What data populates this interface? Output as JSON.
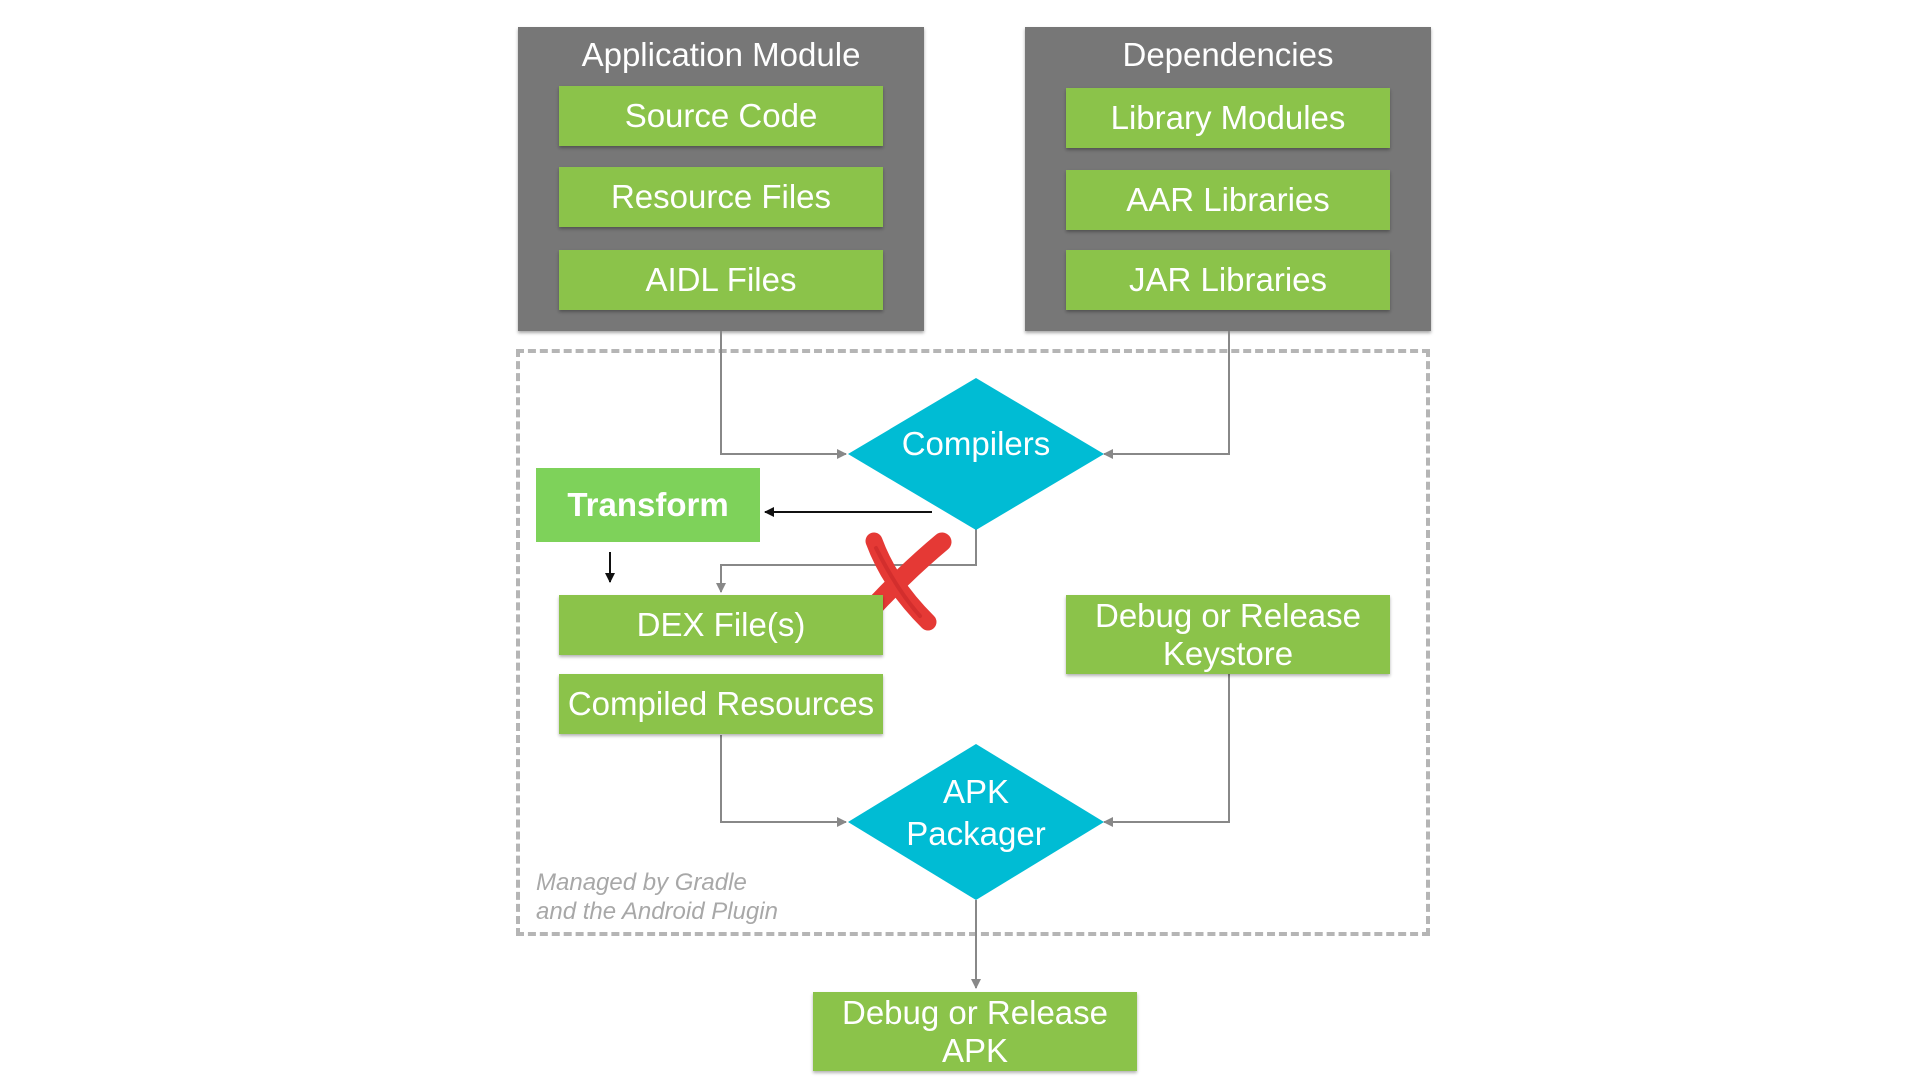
{
  "app_module": {
    "title": "Application Module",
    "items": [
      "Source Code",
      "Resource Files",
      "AIDL Files"
    ]
  },
  "dependencies": {
    "title": "Dependencies",
    "items": [
      "Library Modules",
      "AAR Libraries",
      "JAR Libraries"
    ]
  },
  "compilers": {
    "label": "Compilers"
  },
  "transform": {
    "label": "Transform"
  },
  "dex": {
    "label": "DEX File(s)"
  },
  "compiled_resources": {
    "label": "Compiled Resources"
  },
  "keystore": {
    "line1": "Debug or Release",
    "line2": "Keystore"
  },
  "apk_packager": {
    "line1": "APK",
    "line2": "Packager"
  },
  "output_apk": {
    "line1": "Debug or Release",
    "line2": "APK"
  },
  "managed_caption": {
    "line1": "Managed by Gradle",
    "line2": "and the Android Plugin"
  },
  "colors": {
    "panel_gray": "#777777",
    "box_green": "#8bc34a",
    "transform_green": "#7ed25a",
    "diamond_cyan": "#00bcd4",
    "cross_red": "#e53935",
    "dashed_gray": "#b5b5b5"
  }
}
